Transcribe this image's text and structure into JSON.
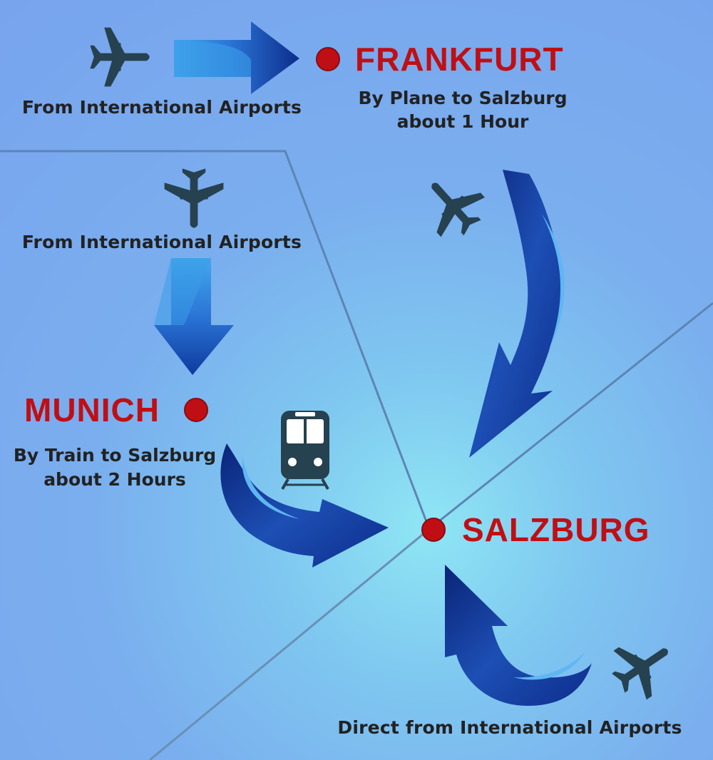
{
  "colors": {
    "background": "#7aaeee",
    "city_red": "#c00f14",
    "arrow_dark": "#0d2d8c",
    "arrow_light": "#5fb6f2",
    "icon": "#26414f"
  },
  "routes": [
    {
      "id": "intl-to-frankfurt",
      "caption": "From International Airports",
      "mode_icon": "airplane-icon"
    },
    {
      "id": "intl-to-munich",
      "caption": "From International Airports",
      "mode_icon": "airplane-icon"
    },
    {
      "id": "direct-to-salzburg",
      "caption": "Direct from International Airports",
      "mode_icon": "airplane-icon"
    }
  ],
  "cities": {
    "frankfurt": {
      "name": "FRANKFURT",
      "detail_line1": "By Plane to Salzburg",
      "detail_line2": "about 1 Hour",
      "mode_icon": "airplane-icon"
    },
    "munich": {
      "name": "MUNICH",
      "detail_line1": "By Train to Salzburg",
      "detail_line2": "about 2 Hours",
      "mode_icon": "train-icon"
    },
    "salzburg": {
      "name": "SALZBURG"
    }
  }
}
